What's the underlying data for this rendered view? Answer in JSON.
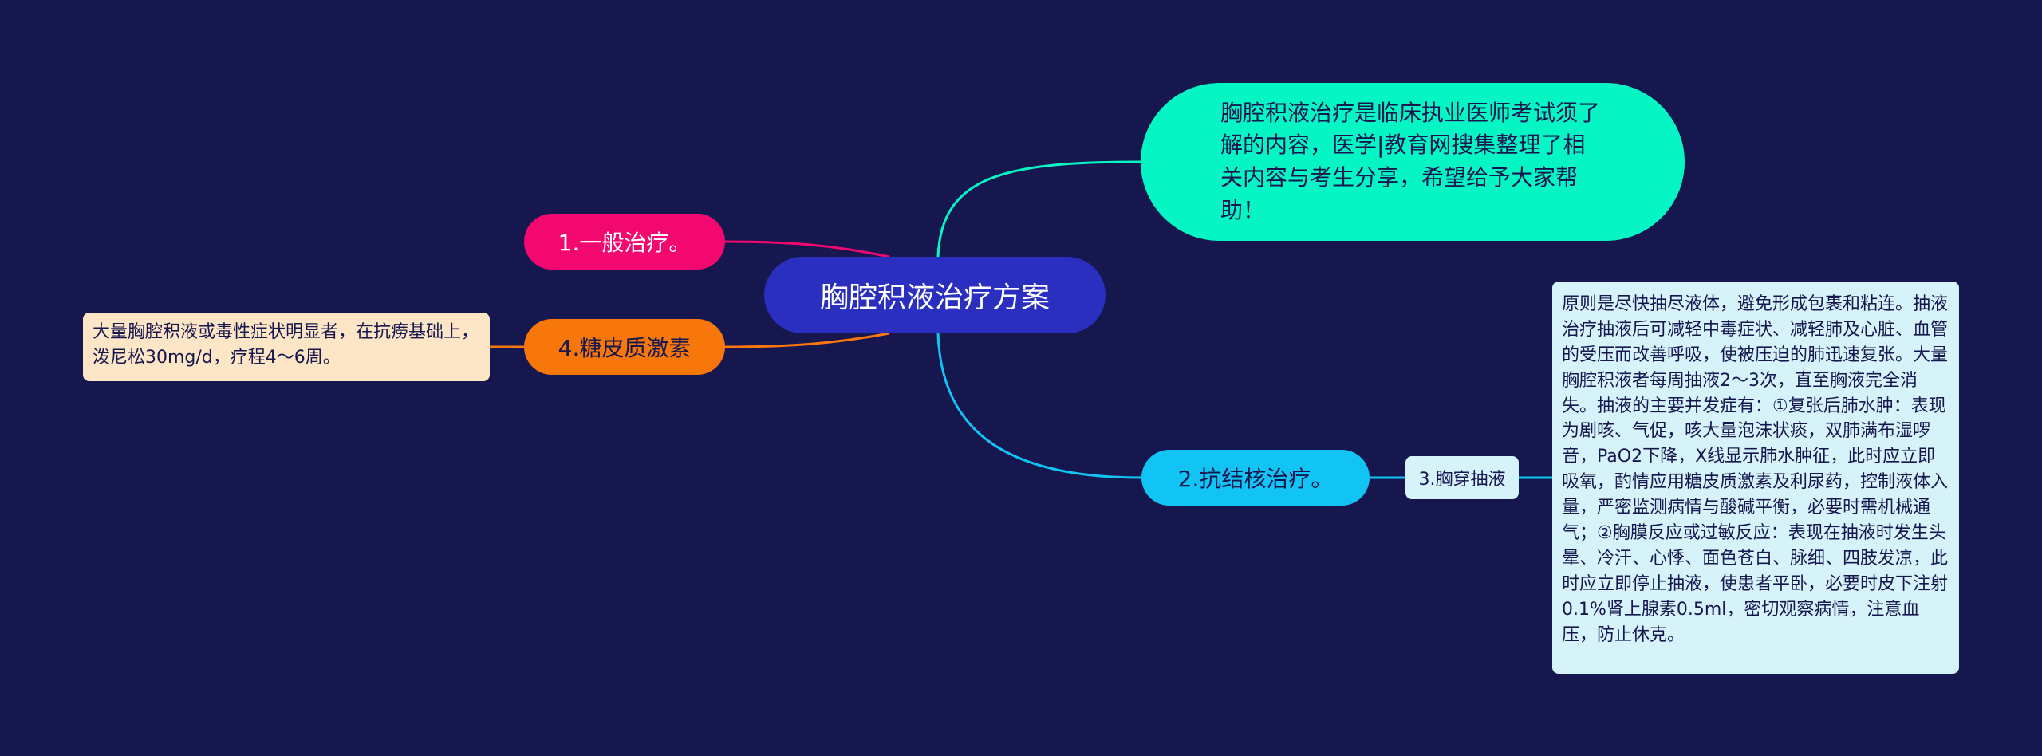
{
  "mindmap": {
    "root": {
      "label": "胸腔积液治疗方案"
    },
    "intro": {
      "text": "胸腔积液治疗是临床执业医师考试须了解的内容，医学|教育网搜集整理了相关内容与考生分享，希望给予大家帮助！"
    },
    "general": {
      "label": "1.一般治疗。"
    },
    "steroid": {
      "label": "4.糖皮质激素",
      "note": "大量胸腔积液或毒性症状明显者，在抗痨基础上，泼尼松30mg/d，疗程4～6周。"
    },
    "tb": {
      "label": "2.抗结核治疗。",
      "child": {
        "label": "3.胸穿抽液",
        "note": "原则是尽快抽尽液体，避免形成包裹和粘连。抽液治疗抽液后可减轻中毒症状、减轻肺及心脏、血管的受压而改善呼吸，使被压迫的肺迅速复张。大量胸腔积液者每周抽液2～3次，直至胸液完全消失。抽液的主要并发症有：①复张后肺水肿：表现为剧咳、气促，咳大量泡沫状痰，双肺满布湿啰音，PaO2下降，X线显示肺水肿征，此时应立即吸氧，酌情应用糖皮质激素及利尿药，控制液体入量，严密监测病情与酸碱平衡，必要时需机械通气；②胸膜反应或过敏反应：表现在抽液时发生头晕、冷汗、心悸、面色苍白、脉细、四肢发凉，此时应立即停止抽液，使患者平卧，必要时皮下注射0.1%肾上腺素0.5ml，密切观察病情，注意血压，防止休克。"
      }
    }
  },
  "colors": {
    "background": "#16174f",
    "root": "#2a2fc0",
    "intro": "#06f5c4",
    "general": "#f2086e",
    "steroid": "#f8770a",
    "tb": "#12c4f3",
    "note_orange": "#fde6c6",
    "note_cyan": "#d6f3fa"
  }
}
